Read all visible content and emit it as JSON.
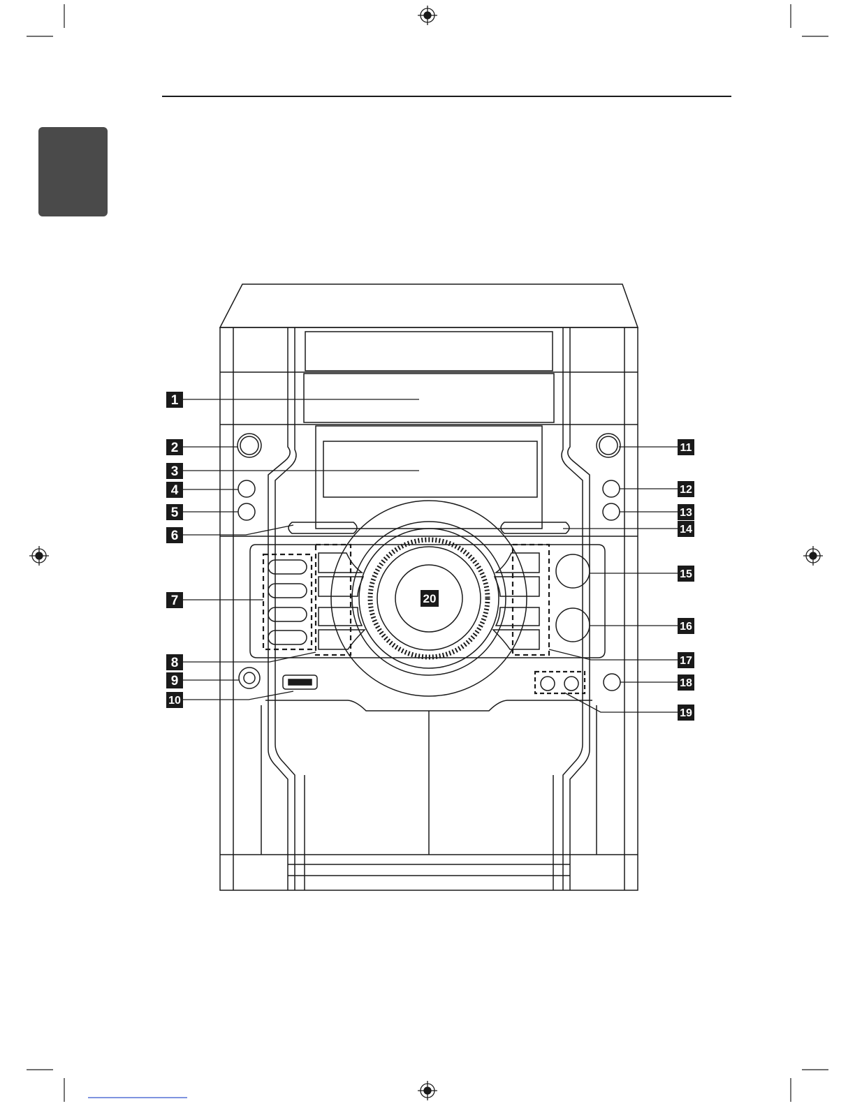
{
  "colors": {
    "ink": "#1a1a1a",
    "side_tab": "#4a4a4a",
    "badge_fill": "#1a1a1a",
    "badge_text": "#ffffff",
    "footer_rule": "#3355cc"
  },
  "icons": {
    "registration_mark": "registration-crosshair-icon"
  },
  "callouts": {
    "c1": "1",
    "c2": "2",
    "c3": "3",
    "c4": "4",
    "c5": "5",
    "c6": "6",
    "c7": "7",
    "c8": "8",
    "c9": "9",
    "c10": "10",
    "c11": "11",
    "c12": "12",
    "c13": "13",
    "c14": "14",
    "c15": "15",
    "c16": "16",
    "c17": "17",
    "c18": "18",
    "c19": "19",
    "c20": "20"
  }
}
